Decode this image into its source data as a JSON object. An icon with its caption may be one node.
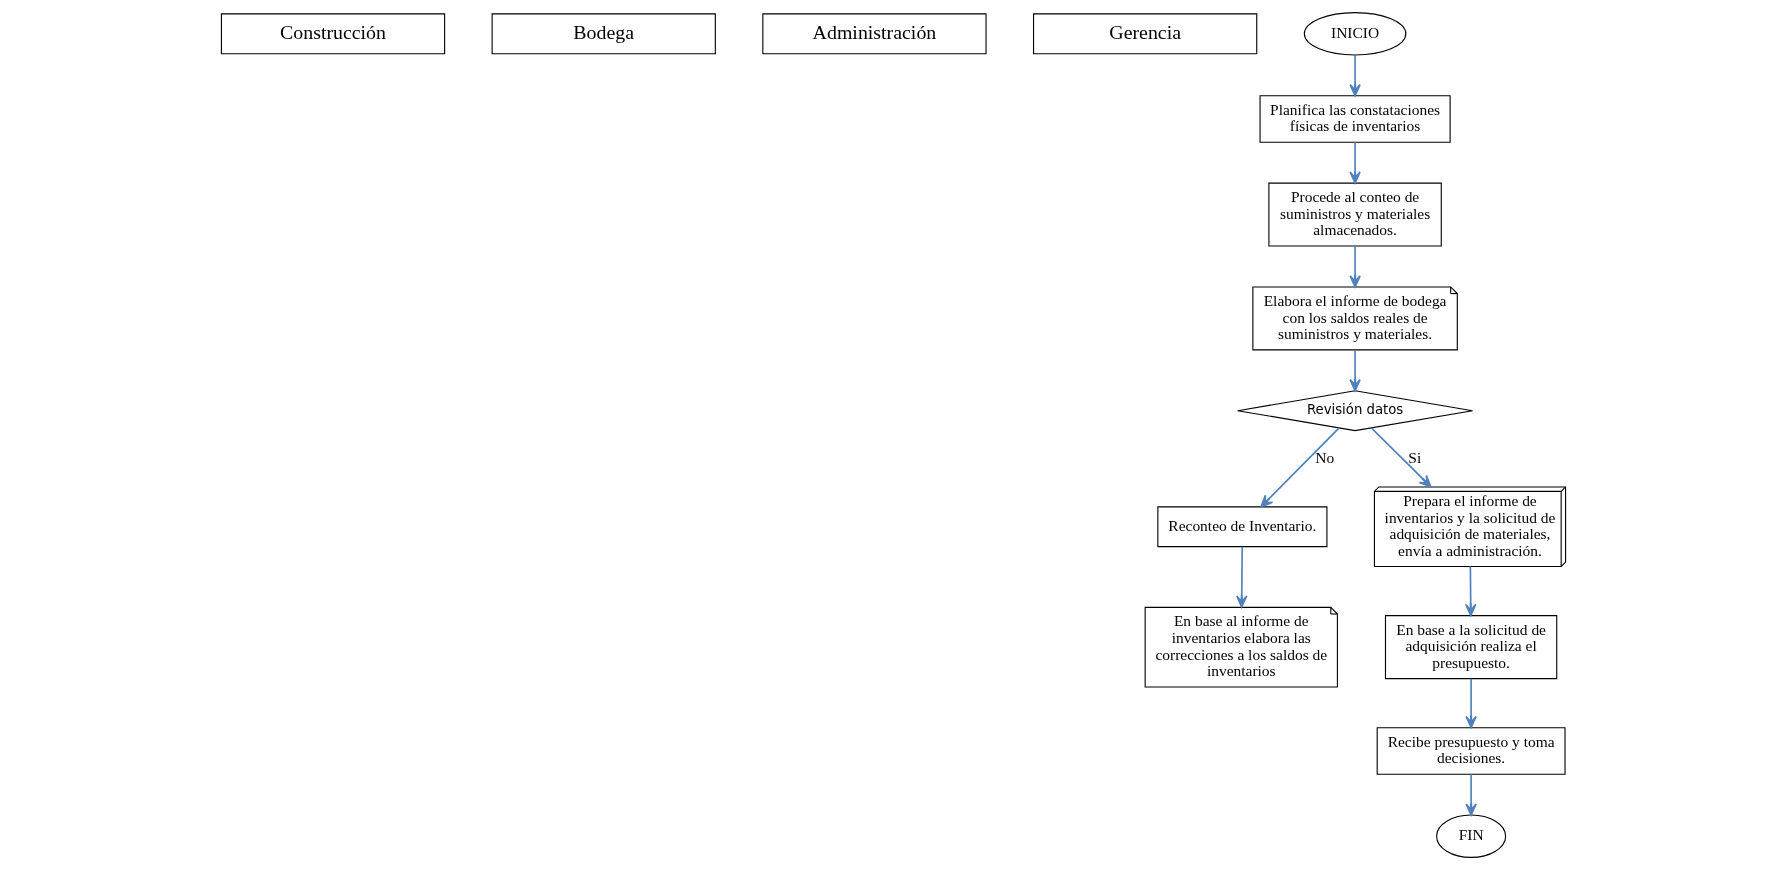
{
  "diagram": {
    "nodes": [
      {
        "text": [
          "Construcción"
        ]
      },
      {
        "text": [
          "Bodega"
        ]
      },
      {
        "text": [
          "Administración"
        ]
      },
      {
        "text": [
          "Gerencia"
        ]
      },
      {
        "text": [
          "INICIO"
        ]
      },
      {
        "text": [
          "Planifica las constataciones físicas de inventarios"
        ]
      },
      {
        "text": [
          "Procede al conteo de suministros y materiales almacenados."
        ]
      },
      {
        "text": [
          "En base al informe de inventarios elabora las correcciones a los saldos de inventarios"
        ]
      },
      {
        "text": [
          "Elabora el informe de bodega con los saldos reales de suministros y materiales."
        ]
      },
      {
        "text": [
          "Recibe presupuesto y toma decisiones."
        ]
      },
      {
        "text": [
          "Revisión datos"
        ]
      },
      {
        "text": [
          "Reconteo de Inventario."
        ]
      },
      {
        "text": [
          "FIN"
        ]
      },
      {
        "text": [
          "Prepara el informe de inventarios y la solicitud de adquisición de materiales, envía a administración."
        ]
      },
      {
        "text": [
          "En base a la solicitud de adquisición realiza el presupuesto."
        ]
      }
    ],
    "edges": [
      {
        "from": 4,
        "to": 5,
        "arrow": "to"
      },
      {
        "from": 5,
        "to": 6,
        "arrow": "to"
      },
      {
        "from": 6,
        "to": 8,
        "arrow": "to"
      },
      {
        "from": 8,
        "to": 10,
        "arrow": "to"
      },
      {
        "from": 10,
        "to": 13,
        "arrow": "to",
        "label": "Si"
      },
      {
        "from": 10,
        "to": 11,
        "arrow": "to",
        "label": "No"
      },
      {
        "from": 11,
        "to": 7,
        "arrow": "to"
      },
      {
        "from": 13,
        "to": 14,
        "arrow": "to"
      },
      {
        "from": 14,
        "to": 9,
        "arrow": "to"
      },
      {
        "from": 9,
        "to": 12,
        "arrow": "to"
      }
    ]
  }
}
